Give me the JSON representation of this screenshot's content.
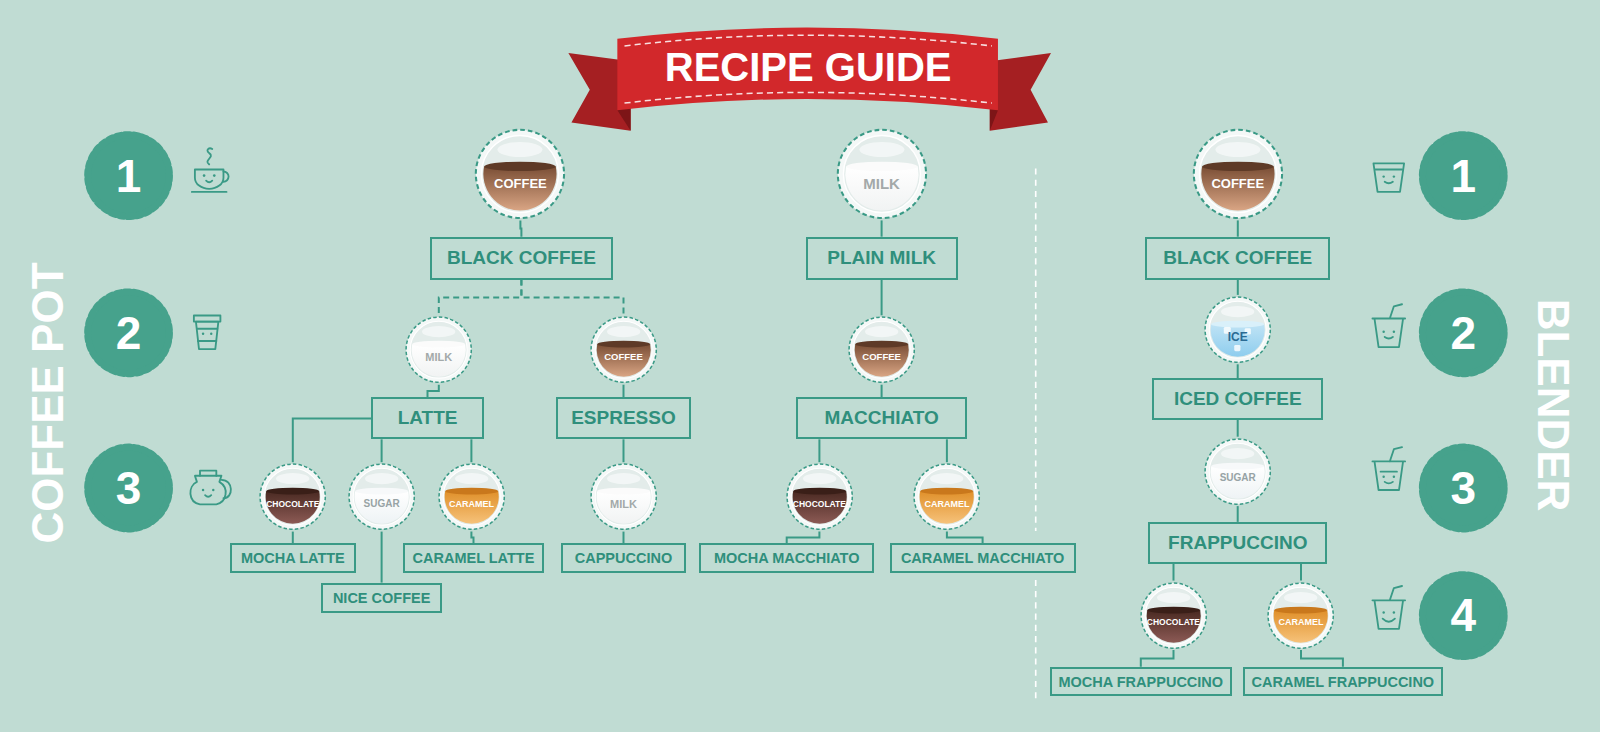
{
  "diagram": {
    "title": "RECIPE GUIDE",
    "nodes": [
      {
        "text": [
          "COFFEE"
        ]
      },
      {
        "text": [
          "BLACK COFFEE"
        ]
      },
      {
        "text": [
          "MILK"
        ]
      },
      {
        "text": [
          "COFFEE"
        ]
      },
      {
        "text": [
          "LATTE"
        ]
      },
      {
        "text": [
          "ESPRESSO"
        ]
      },
      {
        "text": [
          "CHOCOLATE"
        ]
      },
      {
        "text": [
          "SUGAR"
        ]
      },
      {
        "text": [
          "CARAMEL"
        ]
      },
      {
        "text": [
          "MILK"
        ]
      },
      {
        "text": [
          "MOCHA LATTE"
        ]
      },
      {
        "text": [
          "NICE COFFEE"
        ]
      },
      {
        "text": [
          "CARAMEL LATTE"
        ]
      },
      {
        "text": [
          "CAPPUCCINO"
        ]
      },
      {
        "text": [
          "MILK"
        ]
      },
      {
        "text": [
          "PLAIN MILK"
        ]
      },
      {
        "text": [
          "COFFEE"
        ]
      },
      {
        "text": [
          "MACCHIATO"
        ]
      },
      {
        "text": [
          "CHOCOLATE"
        ]
      },
      {
        "text": [
          "CARAMEL"
        ]
      },
      {
        "text": [
          "MOCHA MACCHIATO"
        ]
      },
      {
        "text": [
          "CARAMEL MACCHIATO"
        ]
      },
      {
        "text": [
          "COFFEE"
        ]
      },
      {
        "text": [
          "BLACK COFFEE"
        ]
      },
      {
        "text": [
          "ICE"
        ]
      },
      {
        "text": [
          "ICED COFFEE"
        ]
      },
      {
        "text": [
          "SUGAR"
        ]
      },
      {
        "text": [
          "FRAPPUCCINO"
        ]
      },
      {
        "text": [
          "CHOCOLATE"
        ]
      },
      {
        "text": [
          "CARAMEL"
        ]
      },
      {
        "text": [
          "MOCHA FRAPPUCCINO"
        ]
      },
      {
        "text": [
          "CARAMEL FRAPPUCCINO"
        ]
      }
    ],
    "edges": [
      {
        "from": 0,
        "to": 1,
        "arrow": "none"
      },
      {
        "from": 1,
        "to": 2,
        "arrow": "none"
      },
      {
        "from": 1,
        "to": 3,
        "arrow": "none"
      },
      {
        "from": 2,
        "to": 4,
        "arrow": "none"
      },
      {
        "from": 3,
        "to": 5,
        "arrow": "none"
      },
      {
        "from": 4,
        "to": 6,
        "arrow": "none"
      },
      {
        "from": 4,
        "to": 7,
        "arrow": "none"
      },
      {
        "from": 4,
        "to": 8,
        "arrow": "none"
      },
      {
        "from": 5,
        "to": 9,
        "arrow": "none"
      },
      {
        "from": 6,
        "to": 10,
        "arrow": "none"
      },
      {
        "from": 7,
        "to": 11,
        "arrow": "none"
      },
      {
        "from": 8,
        "to": 12,
        "arrow": "none"
      },
      {
        "from": 9,
        "to": 13,
        "arrow": "none"
      },
      {
        "from": 14,
        "to": 15,
        "arrow": "none"
      },
      {
        "from": 15,
        "to": 16,
        "arrow": "none"
      },
      {
        "from": 16,
        "to": 17,
        "arrow": "none"
      },
      {
        "from": 17,
        "to": 18,
        "arrow": "none"
      },
      {
        "from": 17,
        "to": 19,
        "arrow": "none"
      },
      {
        "from": 18,
        "to": 20,
        "arrow": "none"
      },
      {
        "from": 19,
        "to": 21,
        "arrow": "none"
      },
      {
        "from": 22,
        "to": 23,
        "arrow": "none"
      },
      {
        "from": 23,
        "to": 24,
        "arrow": "none"
      },
      {
        "from": 24,
        "to": 25,
        "arrow": "none"
      },
      {
        "from": 25,
        "to": 26,
        "arrow": "none"
      },
      {
        "from": 26,
        "to": 27,
        "arrow": "none"
      },
      {
        "from": 27,
        "to": 28,
        "arrow": "none"
      },
      {
        "from": 27,
        "to": 29,
        "arrow": "none"
      },
      {
        "from": 28,
        "to": 30,
        "arrow": "none"
      },
      {
        "from": 29,
        "to": 31,
        "arrow": "none"
      }
    ],
    "labels": [
      "COFFEE POT",
      "1",
      "2",
      "3",
      "BLENDER",
      "1",
      "2",
      "3",
      "4"
    ]
  }
}
